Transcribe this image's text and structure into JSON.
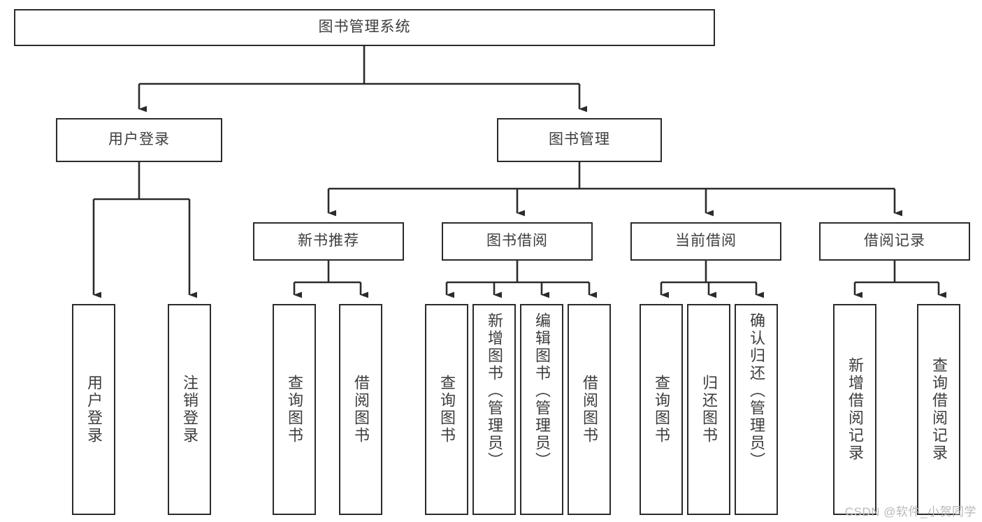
{
  "diagram": {
    "title": "图书管理系统",
    "type": "tree-hierarchy-diagram",
    "colors": {
      "box_border": "#2b2b2b",
      "box_fill": "#ffffff",
      "connector": "#2b2b2b",
      "text": "#3d3d3d",
      "background": "#ffffff",
      "watermark": "#b9b9b9"
    },
    "root": {
      "label": "图书管理系统"
    },
    "level2": [
      {
        "label": "用户登录"
      },
      {
        "label": "图书管理"
      }
    ],
    "level3": [
      {
        "label": "新书推荐"
      },
      {
        "label": "图书借阅"
      },
      {
        "label": "当前借阅"
      },
      {
        "label": "借阅记录"
      }
    ],
    "leaves": {
      "user_login": [
        {
          "label": "用户登录"
        },
        {
          "label": "注销登录"
        }
      ],
      "new_book_recommend": [
        {
          "label": "查询图书"
        },
        {
          "label": "借阅图书"
        }
      ],
      "book_borrow": [
        {
          "label": "查询图书"
        },
        {
          "label": "新增图书（管理员）"
        },
        {
          "label": "编辑图书（管理员）"
        },
        {
          "label": "借阅图书"
        }
      ],
      "current_borrow": [
        {
          "label": "查询图书"
        },
        {
          "label": "归还图书"
        },
        {
          "label": "确认归还（管理员）"
        }
      ],
      "borrow_record": [
        {
          "label": "新增借阅记录"
        },
        {
          "label": "查询借阅记录"
        }
      ]
    },
    "watermark": "CSDN @软件_小贺同学"
  }
}
